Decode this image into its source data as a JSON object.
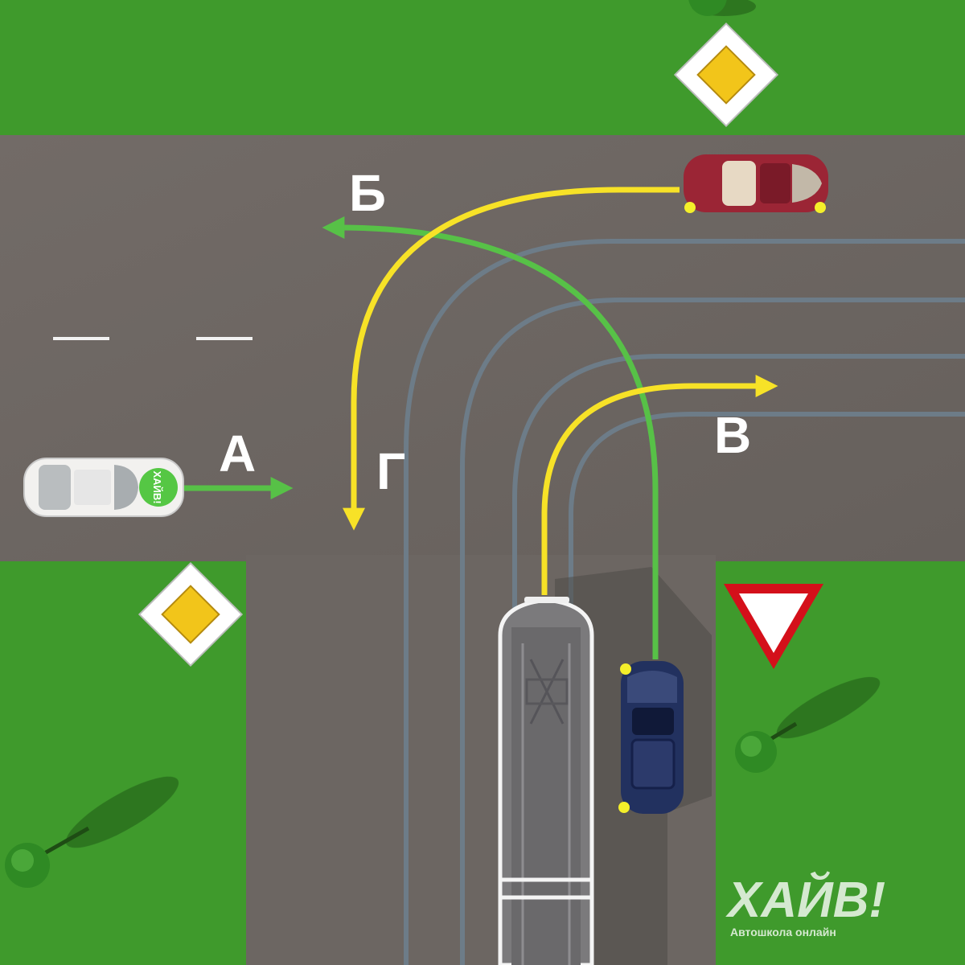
{
  "labels": {
    "a": "А",
    "b": "Б",
    "v": "В",
    "g": "Г"
  },
  "car_a": {
    "badge": "ХАЙВ!"
  },
  "watermark": {
    "brand": "ХАЙВ!",
    "tagline": "Автошкола  онлайн"
  },
  "signs": {
    "priority_top": "main-road",
    "priority_left": "main-road",
    "yield_right": "give-way"
  },
  "colors": {
    "grass": "#3f9a2c",
    "road": "#6e6763",
    "green_arrow": "#57c147",
    "yellow_arrow": "#f7e227",
    "tram_rail": "#6d7c88",
    "priority_diamond": "#f2c51a",
    "yield_border": "#d4101a"
  }
}
